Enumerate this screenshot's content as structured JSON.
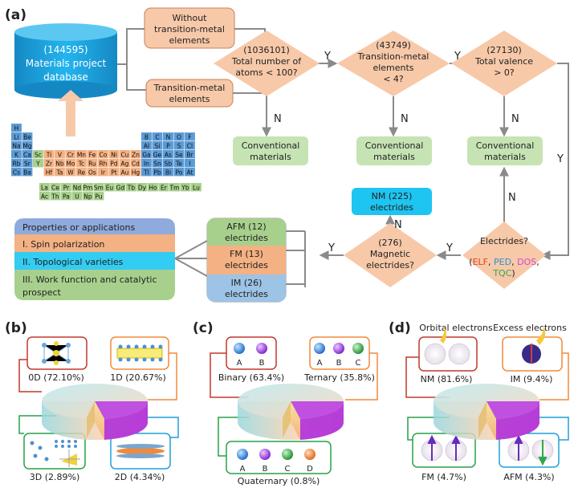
{
  "panel_labels": {
    "a": "(a)",
    "b": "(b)",
    "c": "(c)",
    "d": "(d)"
  },
  "database": {
    "count": "(144595)",
    "line1": "Materials project",
    "line2": "database"
  },
  "filters": {
    "without_tm": [
      "Without",
      "transition-metal",
      "elements"
    ],
    "with_tm": [
      "Transition-metal",
      "elements"
    ]
  },
  "decisions": {
    "atoms": [
      "(1036101)",
      "Total number of",
      "atoms < 100?"
    ],
    "tm": [
      "(43749)",
      "Transition-metal",
      "elements",
      "< 4?"
    ],
    "valence": [
      "(27130)",
      "Total valence",
      "> 0?"
    ],
    "electrides": [
      "Electrides?"
    ],
    "magnetic": [
      "(276)",
      "Magnetic",
      "electrides?"
    ]
  },
  "methods": [
    {
      "text": "ELF",
      "color": "#e8421f"
    },
    {
      "text": "PED",
      "color": "#2e8fd6"
    },
    {
      "text": "DOS",
      "color": "#d04ad0"
    },
    {
      "text": "TQC",
      "color": "#2fa84a"
    }
  ],
  "conventional": [
    "Conventional",
    "materials"
  ],
  "edge_labels": {
    "yes": "Y",
    "no": "N"
  },
  "nm_electrides": [
    "NM (225)",
    "electrides"
  ],
  "magnetic_types": {
    "afm": [
      "AFM (12)",
      "electrides"
    ],
    "fm": [
      "FM (13)",
      "electrides"
    ],
    "im": [
      "IM (26)",
      "electrides"
    ]
  },
  "properties": {
    "header": "Properties or applications",
    "items": [
      "I. Spin polarization",
      "II. Topological varieties",
      "III. Work function and catalytic",
      "prospect"
    ]
  },
  "periodic_table": {
    "rows": [
      [
        "H"
      ],
      [
        "Li",
        "Be",
        "B",
        "C",
        "N",
        "O",
        "F"
      ],
      [
        "Na",
        "Mg",
        "Al",
        "Si",
        "P",
        "S",
        "Cl"
      ],
      [
        "K",
        "Ca",
        "Sc",
        "Ti",
        "V",
        "Cr",
        "Mn",
        "Fe",
        "Co",
        "Ni",
        "Cu",
        "Zn",
        "Ga",
        "Ge",
        "As",
        "Se",
        "Br"
      ],
      [
        "Rb",
        "Sr",
        "Y",
        "Zr",
        "Nb",
        "Mo",
        "Tc",
        "Ru",
        "Rh",
        "Pd",
        "Ag",
        "Cd",
        "In",
        "Sn",
        "Sb",
        "Te",
        "I"
      ],
      [
        "Cs",
        "Ba",
        "Hf",
        "Ta",
        "W",
        "Re",
        "Os",
        "Ir",
        "Pt",
        "Au",
        "Hg",
        "Tl",
        "Pb",
        "Bi",
        "Po",
        "At"
      ],
      [
        "La",
        "Ce",
        "Pr",
        "Nd",
        "Pm",
        "Sm",
        "Eu",
        "Gd",
        "Tb",
        "Dy",
        "Ho",
        "Er",
        "Tm",
        "Yb",
        "Lu"
      ],
      [
        "Ac",
        "Th",
        "Pa",
        "U",
        "Np",
        "Pu"
      ]
    ]
  },
  "panel_b": {
    "labels": [
      "0D (72.10%)",
      "1D (20.67%)",
      "3D (2.89%)",
      "2D (4.34%)"
    ]
  },
  "panel_c": {
    "labels": [
      "Binary (63.4%)",
      "Ternary (35.8%)",
      "Quaternary (0.8%)"
    ],
    "binary_letters": [
      "A",
      "B"
    ],
    "ternary_letters": [
      "A",
      "B",
      "C"
    ],
    "quaternary_letters": [
      "A",
      "B",
      "C",
      "D"
    ]
  },
  "panel_d": {
    "headers": [
      "Orbital electrons",
      "Excess electrons"
    ],
    "labels": [
      "NM (81.6%)",
      "IM (9.4%)",
      "FM (4.7%)",
      "AFM (4.3%)"
    ]
  },
  "colors": {
    "filter_fill": "#f7c9a9",
    "decision_fill": "#f7c9a9",
    "conventional_fill": "#c6e3b4",
    "nm_fill": "#1ec5f0",
    "afm_fill": "#a8d08d",
    "fm_fill": "#f4b183",
    "im_fill": "#9dc3e6",
    "prop_header": "#8faadc",
    "prop_i": "#f4b183",
    "prop_ii": "#33ccf2",
    "prop_iii": "#a8d08d",
    "db_fill": "#1fa3dd"
  }
}
